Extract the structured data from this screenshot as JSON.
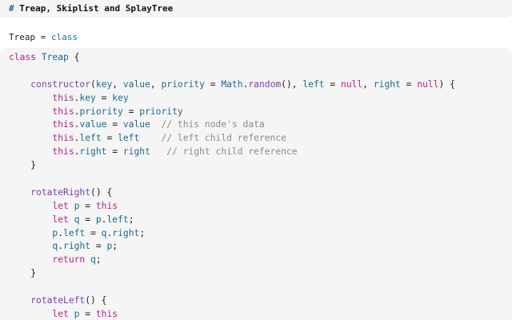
{
  "markdown": {
    "hash": "#",
    "title": "Treap, Skiplist and SplayTree"
  },
  "output": {
    "name": "Treap",
    "op": "=",
    "value": "class"
  },
  "code": {
    "class_kw": "class",
    "class_name": "Treap",
    "ctor_name": "constructor",
    "param_key": "key",
    "param_value": "value",
    "param_priority": "priority",
    "math_obj": "Math",
    "random_fn": "random",
    "param_left": "left",
    "param_right": "right",
    "null_kw": "null",
    "this_kw": "this",
    "comment_value": "// this node's data",
    "comment_left": "// left child reference",
    "comment_right": "// right child reference",
    "rotate_right": "rotateRight",
    "rotate_left": "rotateLeft",
    "let_kw": "let",
    "return_kw": "return",
    "var_p": "p",
    "var_q": "q"
  }
}
